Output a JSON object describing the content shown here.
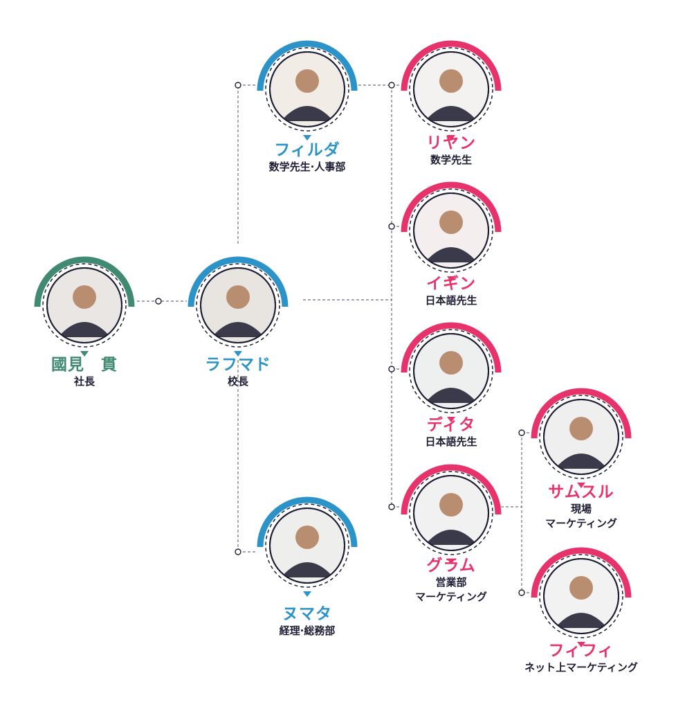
{
  "colors": {
    "green": "#3f8a70",
    "blue": "#2b93c8",
    "pink": "#e6336c",
    "navy": "#1c1c33",
    "dash": "#6e6f80"
  },
  "people": [
    {
      "id": "kunimi",
      "name": "國見　貫",
      "roles": [
        "社長"
      ],
      "color": "green",
      "photo": "portrait-kunimi"
    },
    {
      "id": "rafumado",
      "name": "ラフマド",
      "roles": [
        "校長"
      ],
      "color": "blue",
      "photo": "portrait-rafumado"
    },
    {
      "id": "firuda",
      "name": "フィルダ",
      "roles": [
        "数学先生·人事部"
      ],
      "color": "blue",
      "photo": "portrait-firuda"
    },
    {
      "id": "numata",
      "name": "ヌマタ",
      "roles": [
        "経理·総務部"
      ],
      "color": "blue",
      "photo": "portrait-numata"
    },
    {
      "id": "riyan",
      "name": "リヤン",
      "roles": [
        "数学先生"
      ],
      "color": "pink",
      "photo": "portrait-riyan"
    },
    {
      "id": "igin",
      "name": "イギン",
      "roles": [
        "日本語先生"
      ],
      "color": "pink",
      "photo": "portrait-igin"
    },
    {
      "id": "dita",
      "name": "ディタ",
      "roles": [
        "日本語先生"
      ],
      "color": "pink",
      "photo": "portrait-dita"
    },
    {
      "id": "guramu",
      "name": "グラム",
      "roles": [
        "営業部",
        "マーケティング"
      ],
      "color": "pink",
      "photo": "portrait-guramu"
    },
    {
      "id": "samusuru",
      "name": "サムスル",
      "roles": [
        "現場",
        "マーケティング"
      ],
      "color": "pink",
      "photo": "portrait-samusuru"
    },
    {
      "id": "fifi",
      "name": "フィフィ",
      "roles": [
        "ネット上マーケティング"
      ],
      "color": "pink",
      "photo": "portrait-fifi"
    }
  ]
}
